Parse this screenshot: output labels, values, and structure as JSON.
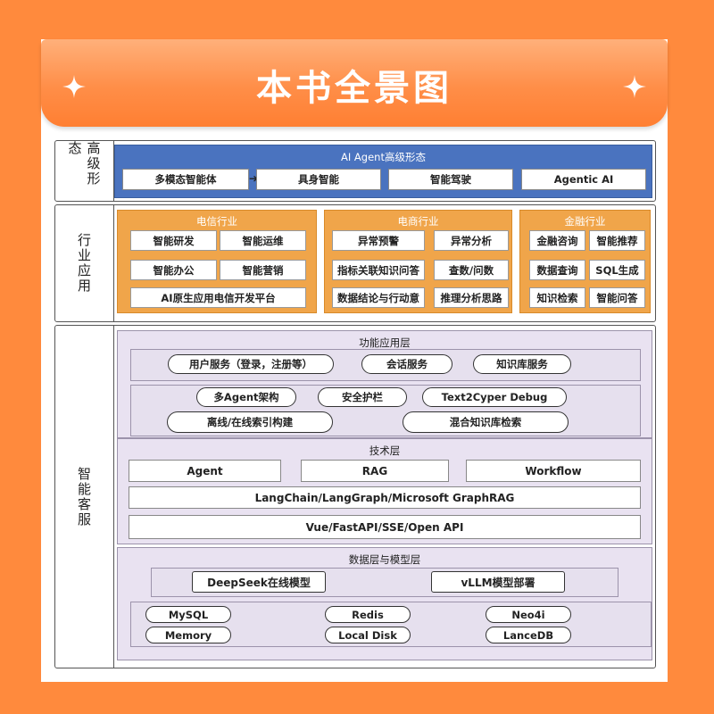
{
  "title": "本书全景图",
  "advanced": {
    "label": "高级形态",
    "panel_title": "AI Agent高级形态",
    "items": [
      "多模态智能体",
      "具身智能",
      "智能驾驶",
      "Agentic AI"
    ]
  },
  "industry": {
    "label": "行业应用",
    "telecom": {
      "title": "电信行业",
      "items": [
        "智能研发",
        "智能运维",
        "智能办公",
        "智能营销",
        "AI原生应用电信开发平台"
      ]
    },
    "ecommerce": {
      "title": "电商行业",
      "items": [
        "异常预警",
        "异常分析",
        "指标关联知识问答",
        "查数/问数",
        "数据结论与行动意",
        "推理分析思路"
      ]
    },
    "finance": {
      "title": "金融行业",
      "items": [
        "金融咨询",
        "智能推荐",
        "数据查询",
        "SQL生成",
        "知识检索",
        "智能问答"
      ]
    }
  },
  "service": {
    "label": "智能客服",
    "functional": {
      "title": "功能应用层",
      "row1": [
        "用户服务（登录，注册等）",
        "会话服务",
        "知识库服务"
      ],
      "row2": [
        "多Agent架构",
        "安全护栏",
        "Text2Cyper Debug"
      ],
      "row3": [
        "离线/在线索引构建",
        "混合知识库检索"
      ]
    },
    "tech": {
      "title": "技术层",
      "row1": [
        "Agent",
        "RAG",
        "Workflow"
      ],
      "row2": "LangChain/LangGraph/Microsoft GraphRAG",
      "row3": "Vue/FastAPI/SSE/Open API"
    },
    "data": {
      "title": "数据层与模型层",
      "models": [
        "DeepSeek在线模型",
        "vLLM模型部署"
      ],
      "stores": [
        "MySQL",
        "Redis",
        "Neo4i",
        "Memory",
        "Local Disk",
        "LanceDB"
      ]
    }
  },
  "colors": {
    "background": "#ff8a3d",
    "advanced_panel": "#4a73bf",
    "industry_panel": "#f0a54a",
    "layer_bg": "#e9e2f1"
  }
}
